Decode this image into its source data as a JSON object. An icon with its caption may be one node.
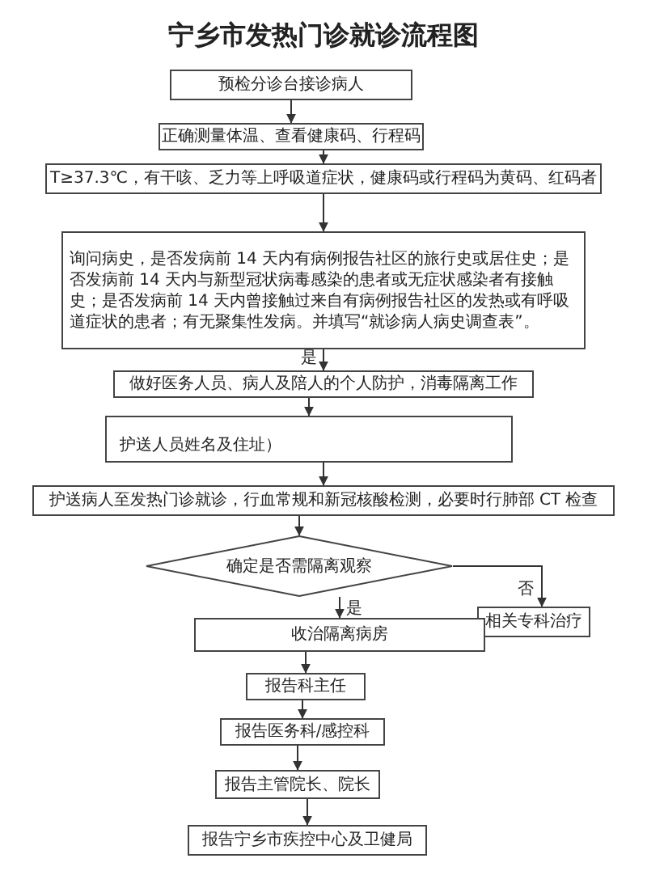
{
  "diagram": {
    "title": "宁乡市发热门诊就诊流程图",
    "nodes": [
      {
        "text": [
          "预检分诊台接诊病人"
        ]
      },
      {
        "text": [
          "正确测量体温、查看健康码、行程码"
        ]
      },
      {
        "text": [
          "T≥37.3℃，有干咳、乏力等上呼吸道症状，健康码或行程码为黄码、红码者"
        ]
      },
      {
        "text": [
          "询问病史，是否发病前 14 天内有病例报告社区的旅行史或居住史；是否发病前 14 天内与新型冠状病毒感染的患者或无症状感染者有接触史；是否发病前 14 天内曾接触过来自有病例报告社区的发热或有呼吸道症状的患者；有无聚集性发病。并填写“就诊病人病史调查表”。"
        ]
      },
      {
        "text": [
          "做好医务人员、病人及陪人的个人防护，消毒隔离工作"
        ]
      },
      {
        "text": [
          "护送人员姓名及住址）"
        ]
      },
      {
        "text": [
          "护送病人至发热门诊就诊，行血常规和新冠核酸检测，必要时行肺部 CT 检查"
        ]
      },
      {
        "text": [
          "确定是否需隔离观察"
        ]
      },
      {
        "text": [
          "相关专科治疗"
        ]
      },
      {
        "text": [
          "收治隔离病房"
        ]
      },
      {
        "text": [
          "报告科主任"
        ]
      },
      {
        "text": [
          "报告医务科/感控科"
        ]
      },
      {
        "text": [
          "报告主管院长、院长"
        ]
      },
      {
        "text": [
          "报告宁乡市疾控中心及卫健局"
        ]
      }
    ],
    "edges": [
      {
        "from": 0,
        "to": 1,
        "arrow": "to"
      },
      {
        "from": 1,
        "to": 2,
        "arrow": "to"
      },
      {
        "from": 2,
        "to": 3,
        "arrow": "to"
      },
      {
        "from": 3,
        "to": 4,
        "arrow": "to",
        "label": "是"
      },
      {
        "from": 4,
        "to": 5,
        "arrow": "to"
      },
      {
        "from": 5,
        "to": 6,
        "arrow": "to"
      },
      {
        "from": 6,
        "to": 7,
        "arrow": "to"
      },
      {
        "from": 7,
        "to": 8,
        "arrow": "to",
        "label": "否"
      },
      {
        "from": 7,
        "to": 9,
        "arrow": "to",
        "label": "是"
      },
      {
        "from": 9,
        "to": 10,
        "arrow": "to"
      },
      {
        "from": 10,
        "to": 11,
        "arrow": "to"
      },
      {
        "from": 11,
        "to": 12,
        "arrow": "to"
      },
      {
        "from": 12,
        "to": 13,
        "arrow": "to"
      }
    ]
  }
}
